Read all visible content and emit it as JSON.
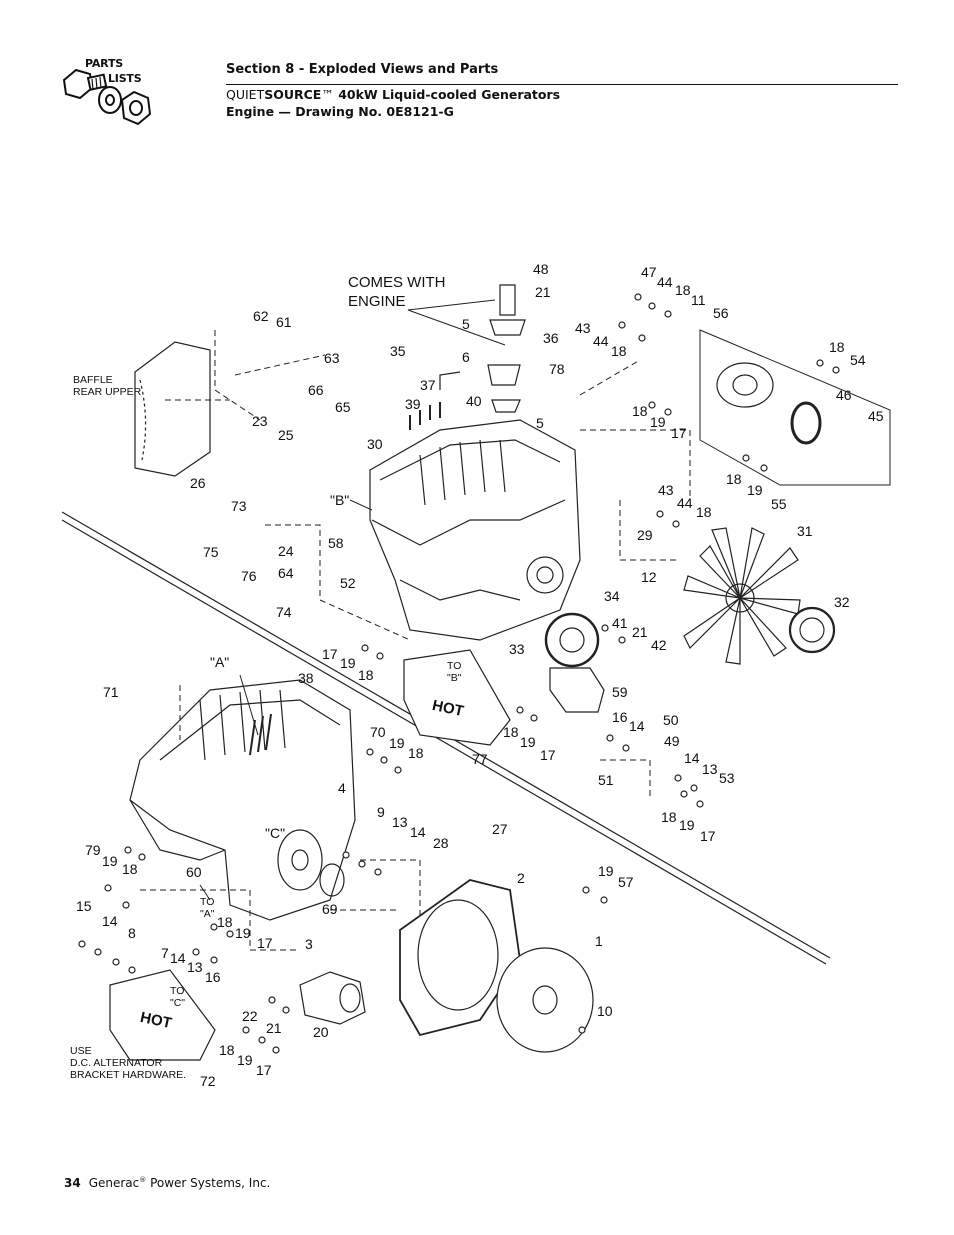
{
  "header": {
    "logo_line1": "PARTS",
    "logo_line2": "LISTS",
    "section": "Section 8 - Exploded Views and Parts",
    "product_prefix": "QUIET",
    "product_bold": "SOURCE",
    "product_tm": "™",
    "product_rest": " 40kW Liquid-cooled Generators",
    "drawing": "Engine — Drawing No. 0E8121-G"
  },
  "notes": {
    "comes_with": "COMES WITH\nENGINE",
    "baffle": "BAFFLE\nREAR UPPER",
    "use_alt": "USE\nD.C. ALTERNATOR\nBRACKET HARDWARE.",
    "to_a": "TO\n\"A\"",
    "to_b": "TO\n\"B\"",
    "to_c": "TO\n\"C\"",
    "ref_a": "\"A\"",
    "ref_b": "\"B\"",
    "ref_c": "\"C\"",
    "hot": "HOT"
  },
  "callouts": [
    "48",
    "21",
    "47",
    "44",
    "18",
    "11",
    "43",
    "44",
    "18",
    "56",
    "5",
    "36",
    "6",
    "78",
    "35",
    "37",
    "62",
    "61",
    "63",
    "66",
    "65",
    "39",
    "40",
    "5",
    "30",
    "23",
    "25",
    "26",
    "73",
    "18",
    "54",
    "46",
    "45",
    "18",
    "19",
    "17",
    "18",
    "19",
    "55",
    "43",
    "44",
    "18",
    "29",
    "31",
    "12",
    "32",
    "24",
    "64",
    "75",
    "76",
    "74",
    "58",
    "52",
    "34",
    "41",
    "21",
    "42",
    "33",
    "59",
    "17",
    "19",
    "18",
    "38",
    "71",
    "70",
    "19",
    "18",
    "4",
    "77",
    "18",
    "19",
    "17",
    "16",
    "14",
    "50",
    "49",
    "51",
    "14",
    "13",
    "53",
    "18",
    "19",
    "17",
    "9",
    "13",
    "14",
    "28",
    "27",
    "79",
    "19",
    "18",
    "60",
    "2",
    "19",
    "57",
    "15",
    "14",
    "8",
    "18",
    "19",
    "17",
    "7",
    "14",
    "13",
    "16",
    "69",
    "3",
    "1",
    "22",
    "21",
    "20",
    "10",
    "18",
    "19",
    "17",
    "72"
  ],
  "footer": {
    "page": "34",
    "company": "Generac",
    "reg": "®",
    "rest": " Power Systems, Inc."
  }
}
